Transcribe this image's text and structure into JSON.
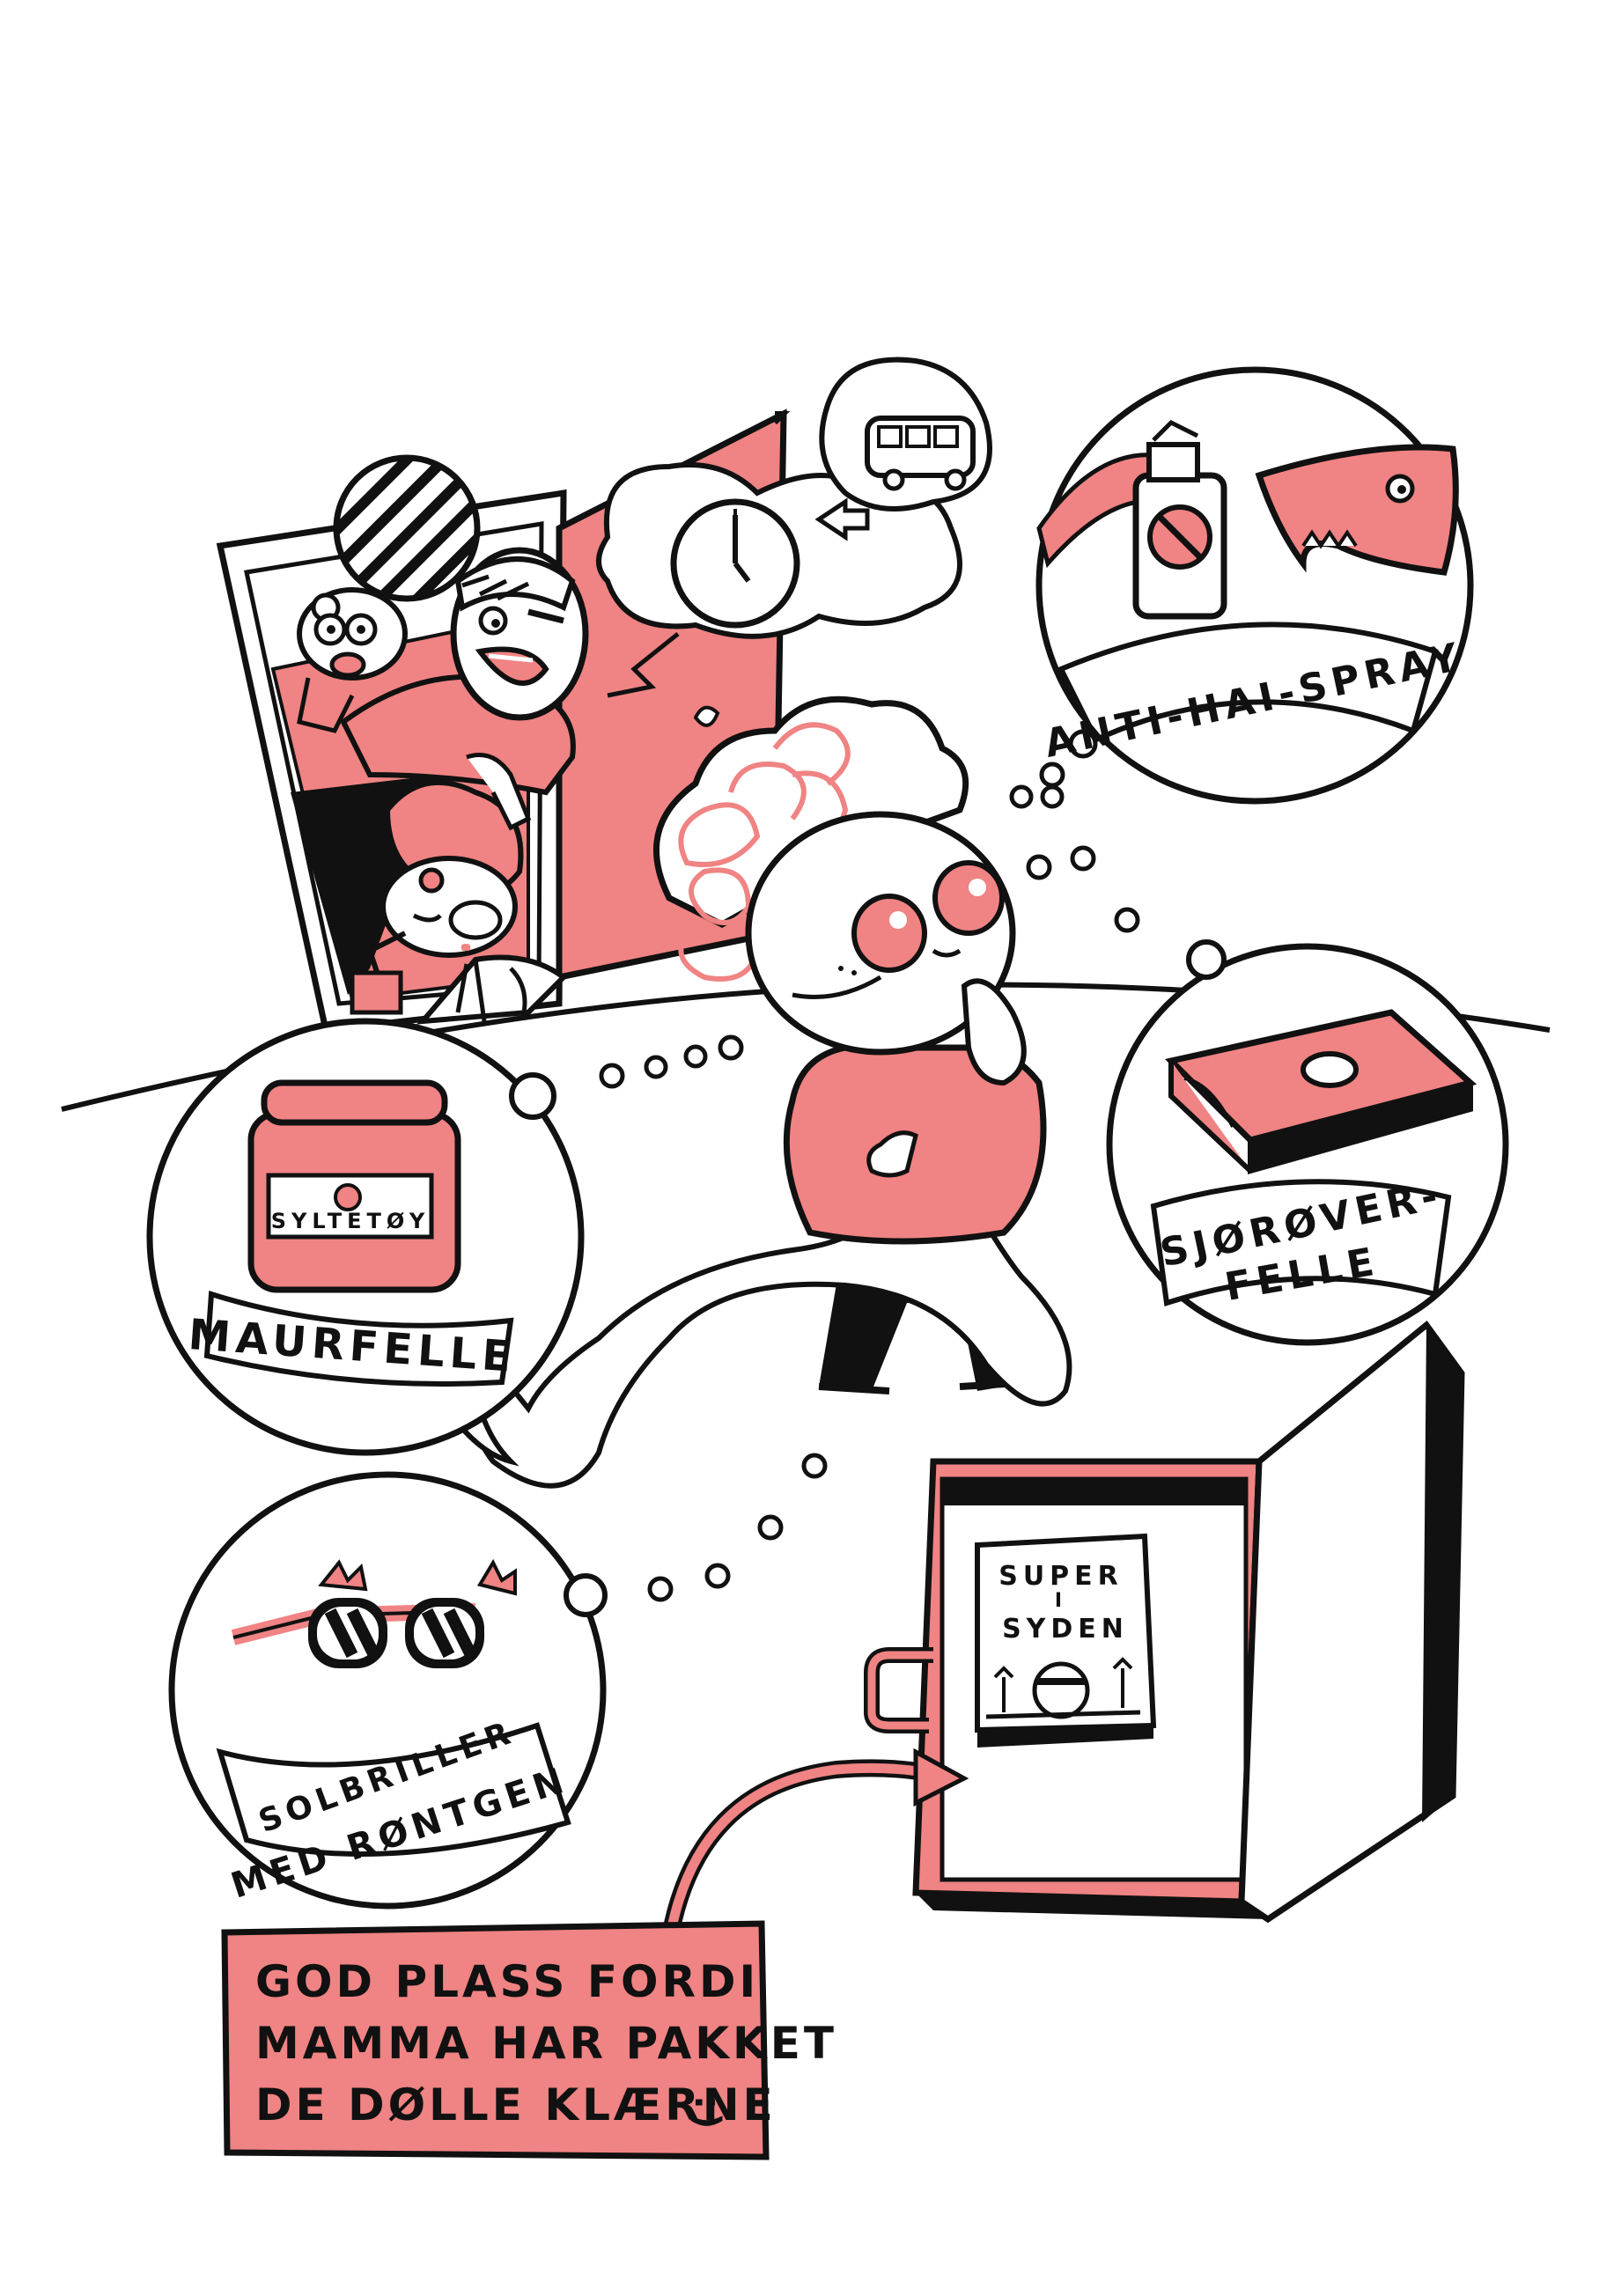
{
  "colors": {
    "ink": "#111111",
    "accent": "#f08383",
    "paper": "#ffffff"
  },
  "bubbles": {
    "spray": {
      "label": "ANTI-HAI-SPRAY"
    },
    "jam": {
      "label": "MAURFELLE",
      "jar_label": "SYLTETØY"
    },
    "pirate": {
      "label_line1": "SJØRØVER-",
      "label_line2": "FELLE"
    },
    "glasses": {
      "label_line1": "SOLBRILLER",
      "label_line2": "MED RØNTGEN"
    }
  },
  "book": {
    "title_line1": "SUPER",
    "title_line2": "I",
    "title_line3": "SYDEN"
  },
  "caption": {
    "line1": "GOD PLASS FORDI",
    "line2": "MAMMA HAR PAKKET",
    "line3": "DE DØLLE KLÆRNE",
    "smiley": ":)"
  }
}
